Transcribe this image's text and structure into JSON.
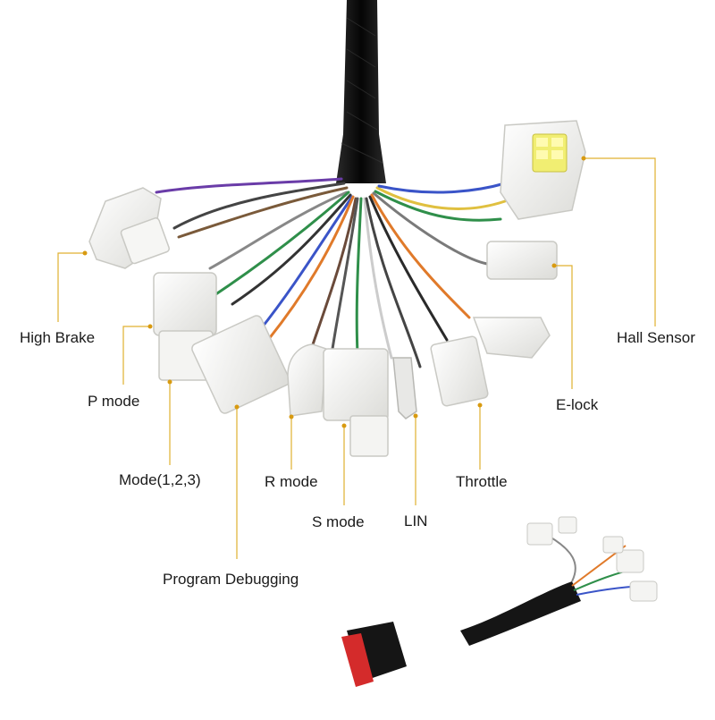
{
  "labels": {
    "high_brake": "High Brake",
    "p_mode": "P mode",
    "mode_123": "Mode(1,2,3)",
    "program_debugging": "Program Debugging",
    "r_mode": "R mode",
    "s_mode": "S mode",
    "lin": "LIN",
    "throttle": "Throttle",
    "e_lock": "E-lock",
    "hall_sensor": "Hall Sensor"
  },
  "colors": {
    "leader_line": "#e0b030",
    "leader_dot": "#d89a10",
    "connector_white": "#f4f4f2",
    "connector_edge": "#c9c9c4",
    "sleeve_black": "#151515",
    "hall_pins": "#f1ee72",
    "red_switch": "#d42b2b"
  }
}
